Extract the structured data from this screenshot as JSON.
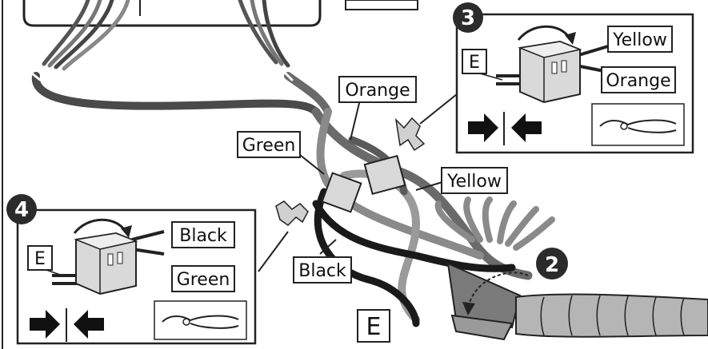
{
  "labels": {
    "orange": "Orange",
    "green": "Green",
    "yellow": "Yellow",
    "black": "Black",
    "e_main": "E"
  },
  "panel_3": {
    "step": "3",
    "e": "E",
    "yellow": "Yellow",
    "orange": "Orange"
  },
  "panel_4": {
    "step": "4",
    "e": "E",
    "black": "Black",
    "green": "Green"
  },
  "step_2": "2",
  "colors": {
    "wire_gray": "#8a8a8a",
    "wire_dark": "#5a5a5a",
    "wire_black": "#1a1a1a",
    "connector": "#d9d9d9",
    "badge": "#2b2b2b"
  },
  "icons": [
    "press-arrows-icon",
    "pliers-icon",
    "rotate-arrow-icon"
  ]
}
